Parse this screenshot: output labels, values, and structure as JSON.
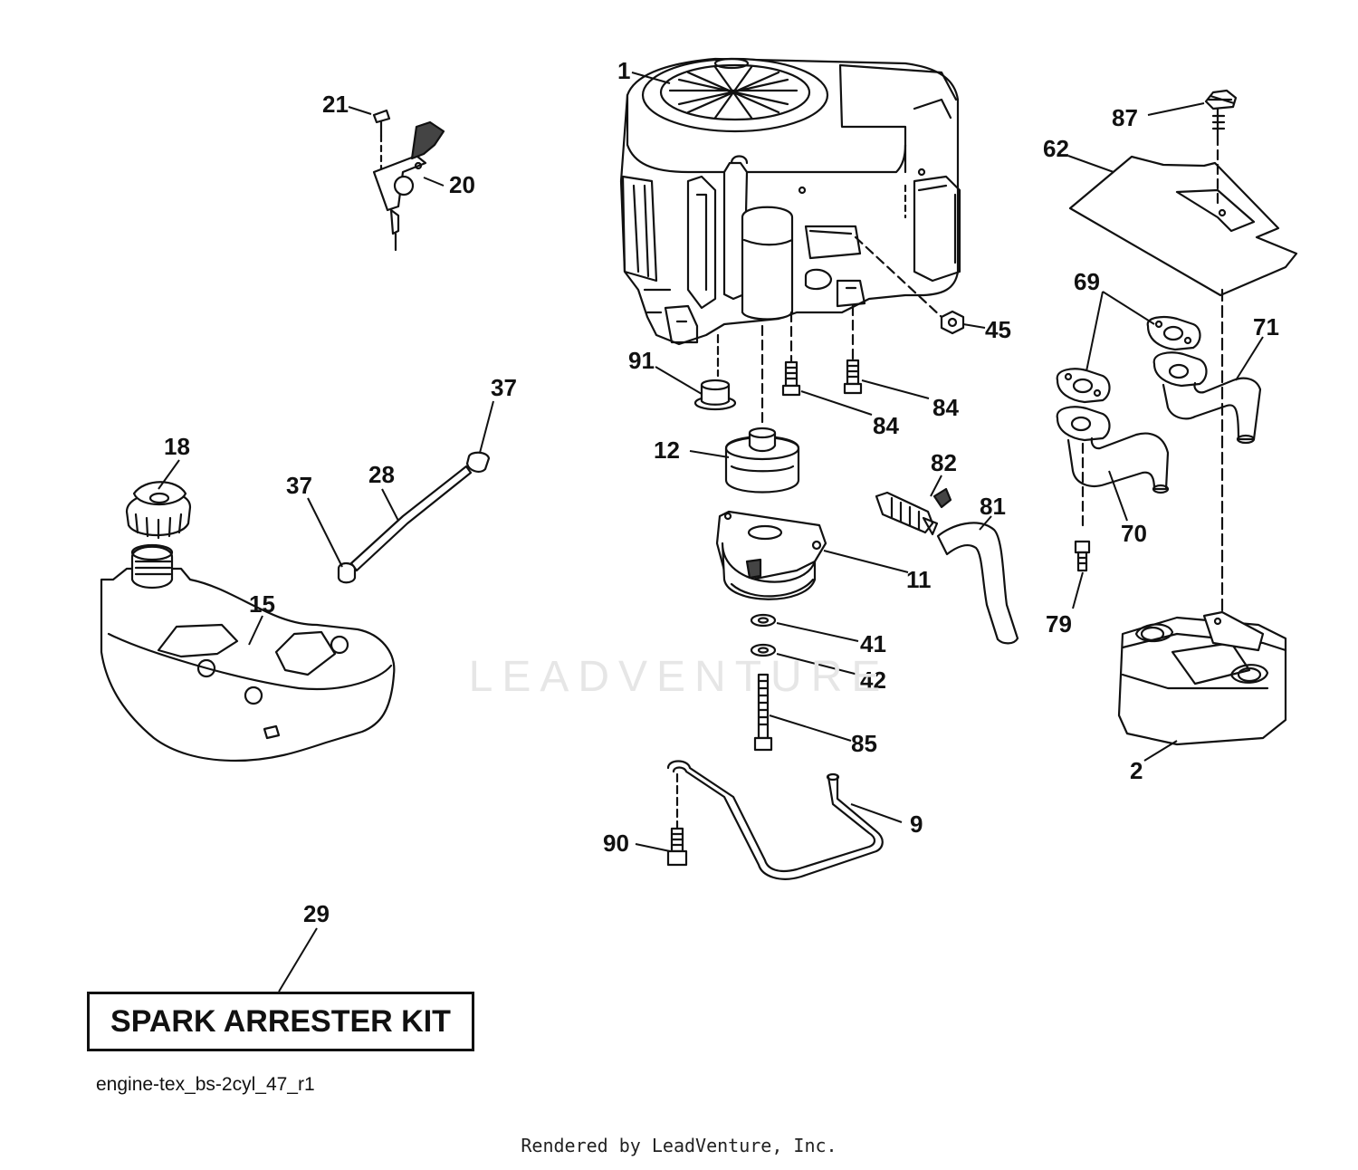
{
  "diagram": {
    "drawing_id": "engine-tex_bs-2cyl_47_r1",
    "kit_label": "SPARK ARRESTER KIT",
    "rendered_by": "Rendered by LeadVenture, Inc.",
    "watermark": "LEADVENTURE",
    "callouts": {
      "c1": "1",
      "c2": "2",
      "c9": "9",
      "c11": "11",
      "c12": "12",
      "c15": "15",
      "c18": "18",
      "c20": "20",
      "c21": "21",
      "c28": "28",
      "c29": "29",
      "c37a": "37",
      "c37b": "37",
      "c41": "41",
      "c42": "42",
      "c45": "45",
      "c62": "62",
      "c69": "69",
      "c70": "70",
      "c71": "71",
      "c79": "79",
      "c81": "81",
      "c82": "82",
      "c84a": "84",
      "c84b": "84",
      "c85": "85",
      "c87": "87",
      "c90": "90",
      "c91": "91"
    }
  }
}
